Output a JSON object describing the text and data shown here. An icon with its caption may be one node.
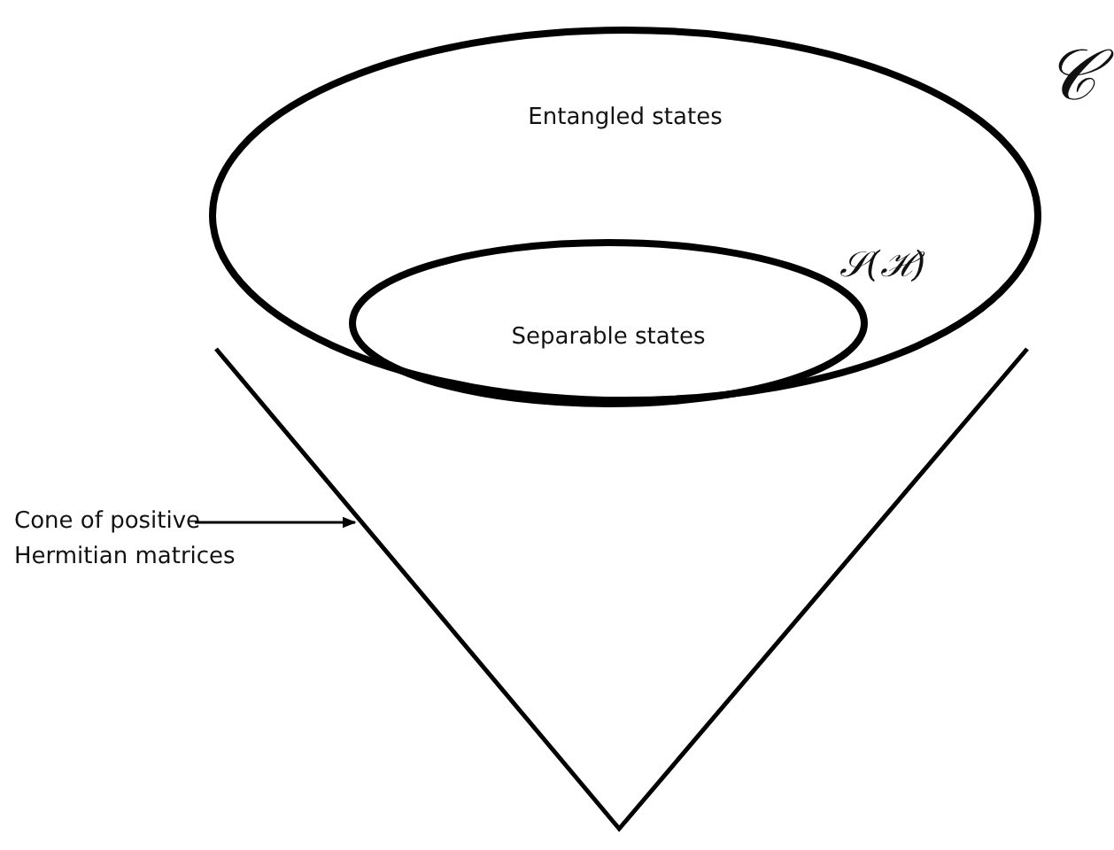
{
  "diagram": {
    "nodes": [
      {
        "text": [
          "Entangled states"
        ]
      },
      {
        "text": [
          "Separable states"
        ],
        "in": 0
      },
      {
        "text": [
          "Cone of positive Hermitian matrices"
        ]
      },
      {
        "text": [],
        "shape": "cone"
      }
    ],
    "edges": [
      {
        "from": 2,
        "to": 3,
        "arrow": "to"
      }
    ],
    "labels": [
      "𝒞",
      "𝒮(ℋ)"
    ]
  }
}
